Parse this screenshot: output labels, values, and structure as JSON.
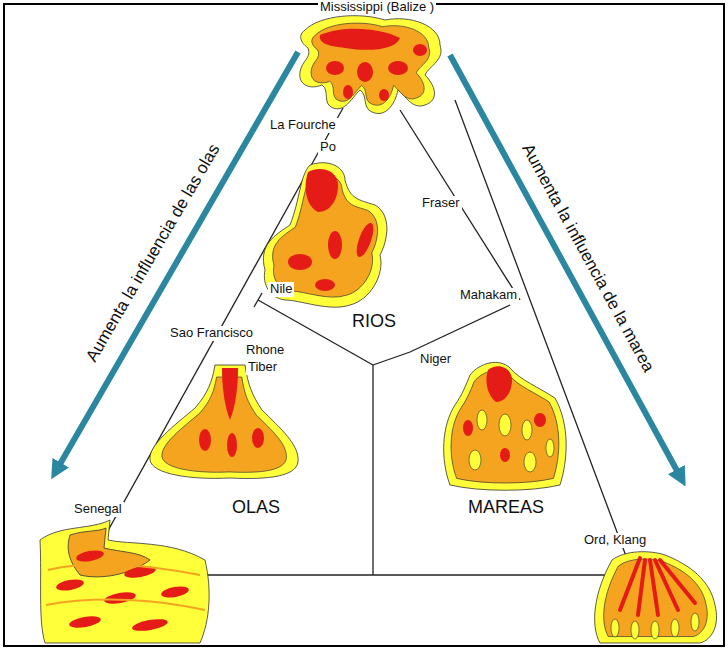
{
  "diagram": {
    "labels": [
      "Mississippi (Balize )",
      "La Fourche",
      "Po",
      "Fraser",
      "Mahakam",
      "Nile",
      "Sao Francisco",
      "Rhone",
      "Tiber",
      "Niger",
      "RIOS",
      "OLAS",
      "MAREAS",
      "Senegal",
      "Ord, Klang",
      "Aumenta la influencia de las olas",
      "Aumenta la influencia de la marea"
    ]
  }
}
